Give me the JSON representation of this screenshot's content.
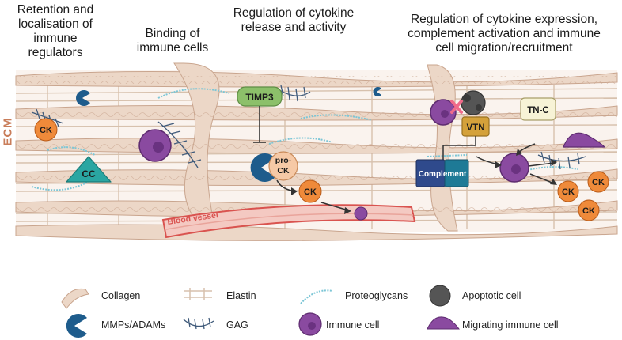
{
  "headers": {
    "retention": [
      "Retention and",
      "localisation of",
      "immune",
      "regulators"
    ],
    "binding": [
      "Binding of",
      "immune cells"
    ],
    "regulation_cytokine": [
      "Regulation of cytokine",
      "release and activity"
    ],
    "regulation_expression": [
      "Regulation of cytokine expression,",
      "complement activation and immune",
      "cell migration/recruitment"
    ]
  },
  "side_label": "ECM",
  "diagram_labels": {
    "ck": "CK",
    "cc": "CC",
    "timp3": "TIMP3",
    "pro_ck_line1": "pro-",
    "pro_ck_line2": "CK",
    "vtn": "VTN",
    "tnc": "TN-C",
    "complement": "Complement",
    "blood_vessel": "Blood vessel"
  },
  "legend": {
    "collagen": "Collagen",
    "elastin": "Elastin",
    "proteoglycans": "Proteoglycans",
    "apoptotic_cell": "Apoptotic cell",
    "mmps": "MMPs/ADAMs",
    "gag": "GAG",
    "immune_cell": "Immune cell",
    "migrating_cell": "Migrating immune cell"
  },
  "colors": {
    "collagen": "#ecd7c7",
    "collagen_stroke": "#c9a58e",
    "elastin": "#d8c4b2",
    "ck": "#ef8a3a",
    "cc": "#2aa6a2",
    "timp3": "#8cc06a",
    "vtn": "#d4a13a",
    "tnc": "#f7f3d6",
    "complement": "#2f4a8c",
    "immune": "#8a4aa0",
    "mmp": "#1e5c8c",
    "vessel": "#d9534f",
    "apoptotic": "#555555",
    "proteoglycan": "#7cc6d6"
  }
}
